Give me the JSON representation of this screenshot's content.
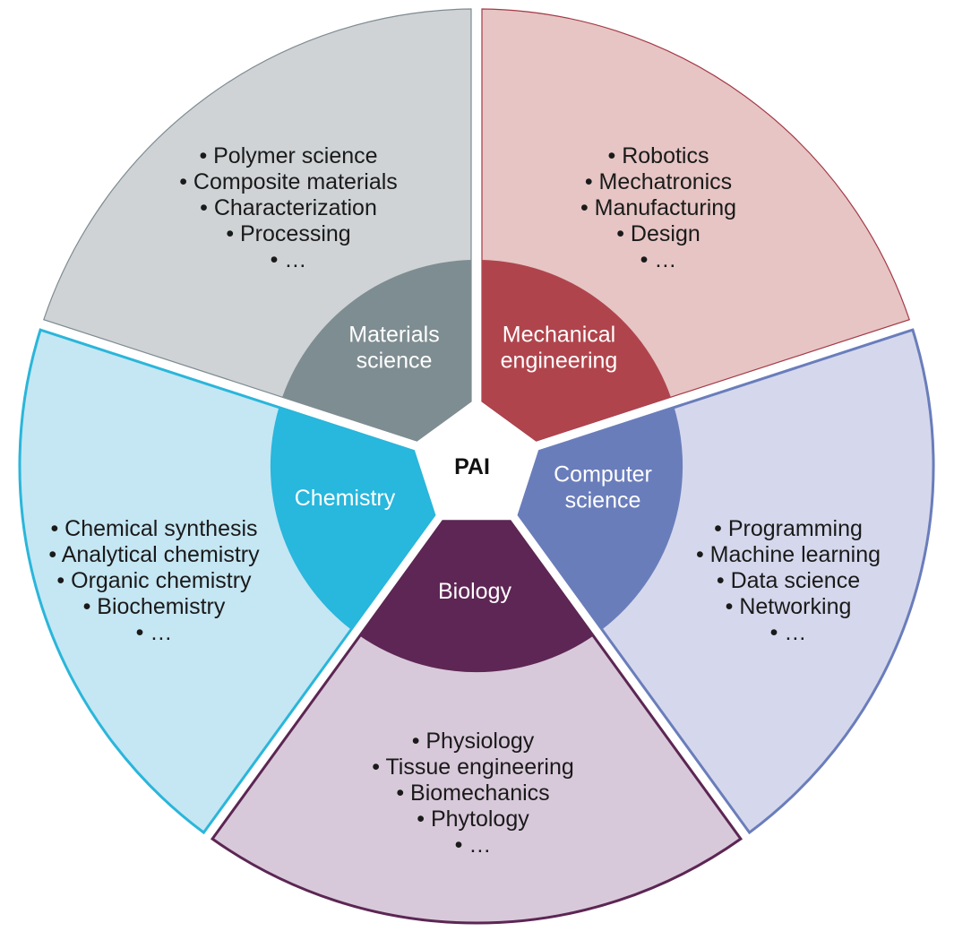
{
  "center": {
    "label": "PAI"
  },
  "segments": [
    {
      "id": "materials-science",
      "label_lines": [
        "Materials",
        "science"
      ],
      "items": [
        "• Polymer science",
        "• Composite materials",
        "• Characterization",
        "• Processing",
        "• …"
      ],
      "colors": {
        "outer_fill": "#cfd3d6",
        "outer_stroke": "#7f8c91",
        "inner_fill": "#7e8d92"
      }
    },
    {
      "id": "mechanical-engineering",
      "label_lines": [
        "Mechanical",
        "engineering"
      ],
      "items": [
        "• Robotics",
        "• Mechatronics",
        "• Manufacturing",
        "• Design",
        "• …"
      ],
      "colors": {
        "outer_fill": "#e6c5c4",
        "outer_stroke": "#a43a47",
        "inner_fill": "#b0444c"
      }
    },
    {
      "id": "computer-science",
      "label_lines": [
        "Computer",
        "science"
      ],
      "items": [
        "• Programming",
        "• Machine learning",
        "• Data science",
        "• Networking",
        "• …"
      ],
      "colors": {
        "outer_fill": "#d5d8ec",
        "outer_stroke": "#6a7dbb",
        "inner_fill": "#6a7dbb"
      }
    },
    {
      "id": "biology",
      "label_lines": [
        "Biology"
      ],
      "items": [
        "• Physiology",
        "• Tissue engineering",
        "• Biomechanics",
        "• Phytology",
        "• …"
      ],
      "colors": {
        "outer_fill": "#d8c9da",
        "outer_stroke": "#5c2653",
        "inner_fill": "#5e2654"
      }
    },
    {
      "id": "chemistry",
      "label_lines": [
        "Chemistry"
      ],
      "items": [
        "• Chemical synthesis",
        "• Analytical chemistry",
        "• Organic chemistry",
        "• Biochemistry",
        "• …"
      ],
      "colors": {
        "outer_fill": "#c5e6f3",
        "outer_stroke": "#2ab6da",
        "inner_fill": "#28b7dd"
      }
    }
  ]
}
